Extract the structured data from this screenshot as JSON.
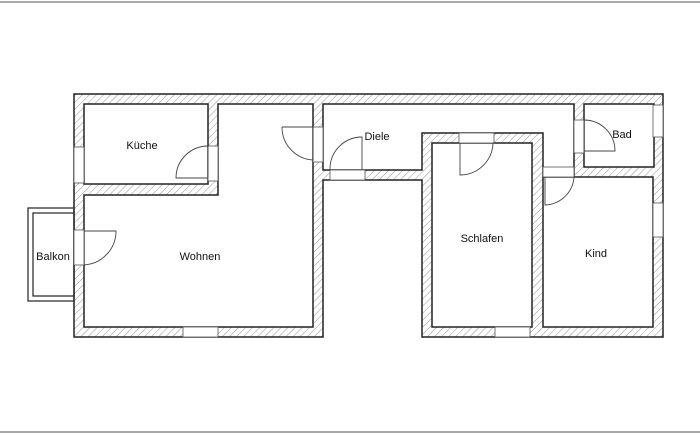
{
  "title": "Floor plan",
  "rooms": {
    "kueche": "Küche",
    "wohnen": "Wohnen",
    "balkon": "Balkon",
    "diele": "Diele",
    "bad": "Bad",
    "schlafen": "Schlafen",
    "kind": "Kind"
  },
  "colors": {
    "wall_line": "#222222",
    "hatch": "#777777",
    "background": "#ffffff"
  }
}
